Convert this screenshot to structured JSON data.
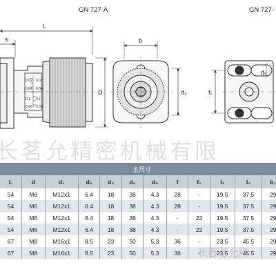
{
  "figures": {
    "left_title": "GN 727-A",
    "right_title": "GN 727-",
    "left_labels": {
      "L": "L",
      "s": "s",
      "D": "D",
      "b": "b",
      "d4": "d₄",
      "scale_left": [
        "0.02",
        "0.04",
        "0.1",
        "0.08"
      ],
      "scale_right": [
        "0.02",
        "0.04",
        "0.1",
        "0.08"
      ]
    },
    "right_labels": {
      "f1": "f₁",
      "d5": "d₅"
    }
  },
  "watermark": {
    "main": "长茗允精密机械有限",
    "corner": "长春茗允精"
  },
  "table": {
    "group_header": "主尺寸",
    "headers": [
      "L",
      "d",
      "d₁",
      "d₂",
      "d₃",
      "d₄",
      "d₅",
      "f",
      "f₁",
      "l₁",
      "l₂",
      "b₁"
    ],
    "rows": [
      [
        "54",
        "M6",
        "M12x1",
        "6.4",
        "18",
        "38",
        "4.3",
        "28",
        "-",
        "19.5",
        "37.5",
        "29"
      ],
      [
        "54",
        "M6",
        "M12x1",
        "6.4",
        "18",
        "38",
        "4.3",
        "28",
        "-",
        "19.5",
        "37.5",
        "29"
      ],
      [
        "54",
        "M6",
        "M12x1",
        "6.4",
        "18",
        "38",
        "4.3",
        "-",
        "22",
        "19.5",
        "37.5",
        "29"
      ],
      [
        "54",
        "M6",
        "M12x1",
        "6.4",
        "18",
        "38",
        "4.3",
        "-",
        "22",
        "19.5",
        "37.5",
        "29"
      ],
      [
        "67",
        "M8",
        "M16x1",
        "8.5",
        "23",
        "50",
        "5.3",
        "36",
        "-",
        "23.5",
        "45.5",
        "29"
      ],
      [
        "67",
        "M8",
        "M16x1",
        "8.5",
        "23",
        "50",
        "5.3",
        "36",
        "-",
        "23.5",
        "45.5",
        "29"
      ]
    ]
  },
  "colors": {
    "line": "#2b2b2b",
    "dim": "#404040",
    "header_bg": "#7d8c9c",
    "subheader_bg": "#c6ced6",
    "row_alt": "#e3e7ec"
  }
}
